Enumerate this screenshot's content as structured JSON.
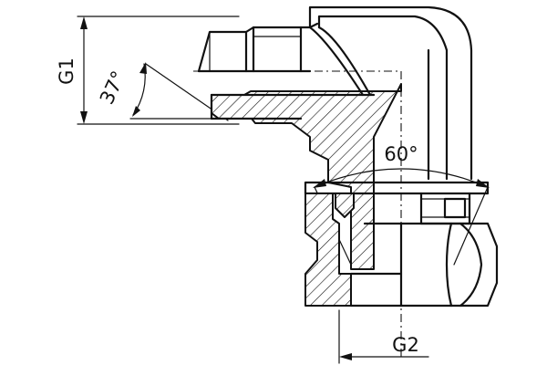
{
  "drawing": {
    "labels": {
      "thread_1": "G1",
      "cone_angle": "37°",
      "seal_angle": "60°",
      "thread_2": "G2"
    },
    "colors": {
      "line": "#111111",
      "background": "#ffffff"
    }
  }
}
